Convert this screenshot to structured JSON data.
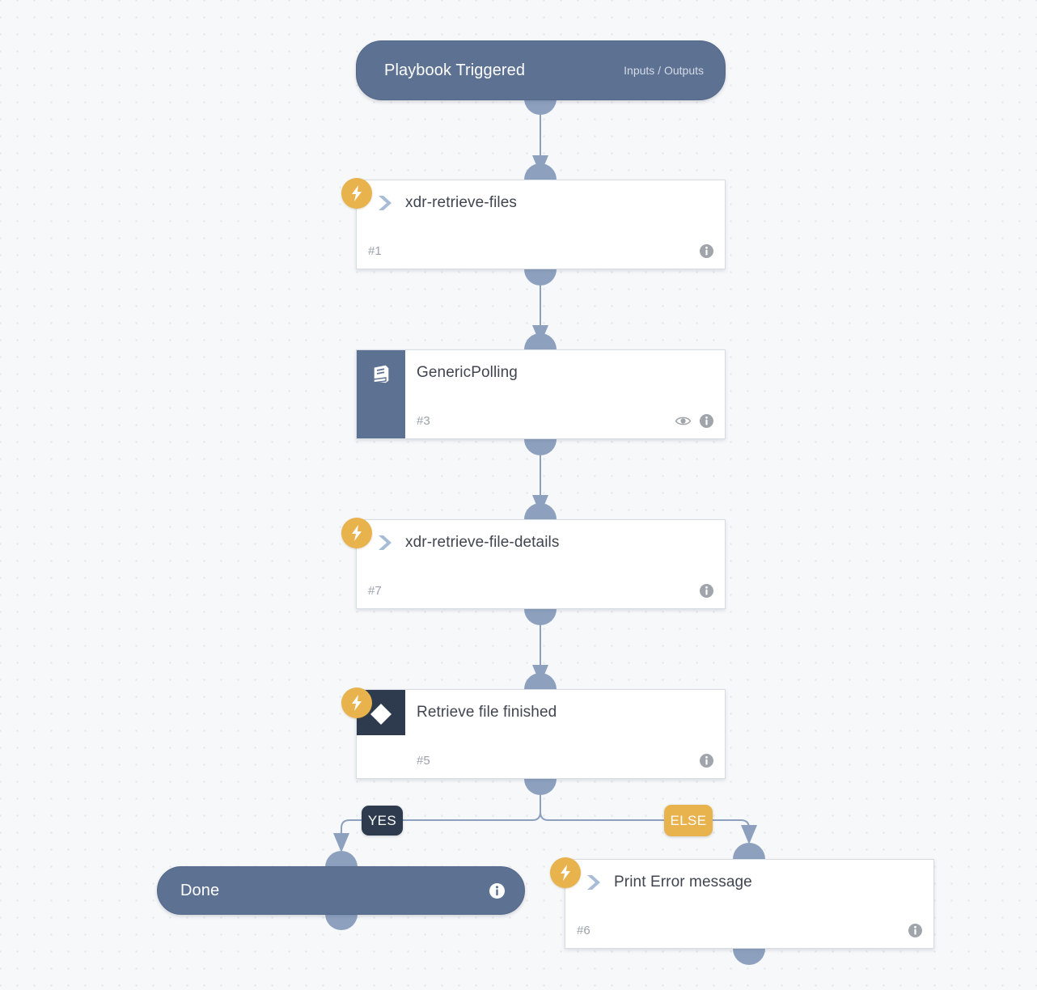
{
  "canvas": {
    "background_color": "#f7f8fa",
    "grid_dot_color": "#e3e3e8",
    "accent_blue_gray": "#5d7293",
    "accent_orange": "#e8b24c",
    "accent_dark": "#2e3b4e",
    "wire_color": "#8da1bf"
  },
  "start_node": {
    "title": "Playbook Triggered",
    "sub_label": "Inputs / Outputs"
  },
  "tasks": [
    {
      "title": "xdr-retrieve-files",
      "number": "#1",
      "kind": "command",
      "icon": "chevron-right-icon",
      "badge": "lightning-bolt-icon",
      "has_eye": false,
      "has_info": true
    },
    {
      "title": "GenericPolling",
      "number": "#3",
      "kind": "playbook",
      "icon": "playbook-book-icon",
      "badge": null,
      "has_eye": true,
      "has_info": true
    },
    {
      "title": "xdr-retrieve-file-details",
      "number": "#7",
      "kind": "command",
      "icon": "chevron-right-icon",
      "badge": "lightning-bolt-icon",
      "has_eye": false,
      "has_info": true
    },
    {
      "title": "Retrieve file finished",
      "number": "#5",
      "kind": "condition",
      "icon": "diamond-condition-icon",
      "badge": "lightning-bolt-icon",
      "has_eye": false,
      "has_info": true
    }
  ],
  "branches": [
    {
      "label": "YES",
      "style": "dark"
    },
    {
      "label": "ELSE",
      "style": "orange"
    }
  ],
  "end_node": {
    "title": "Done",
    "has_info": true
  },
  "error_task": {
    "title": "Print Error message",
    "number": "#6",
    "kind": "command",
    "icon": "chevron-right-icon",
    "badge": "lightning-bolt-icon",
    "has_info": true
  }
}
